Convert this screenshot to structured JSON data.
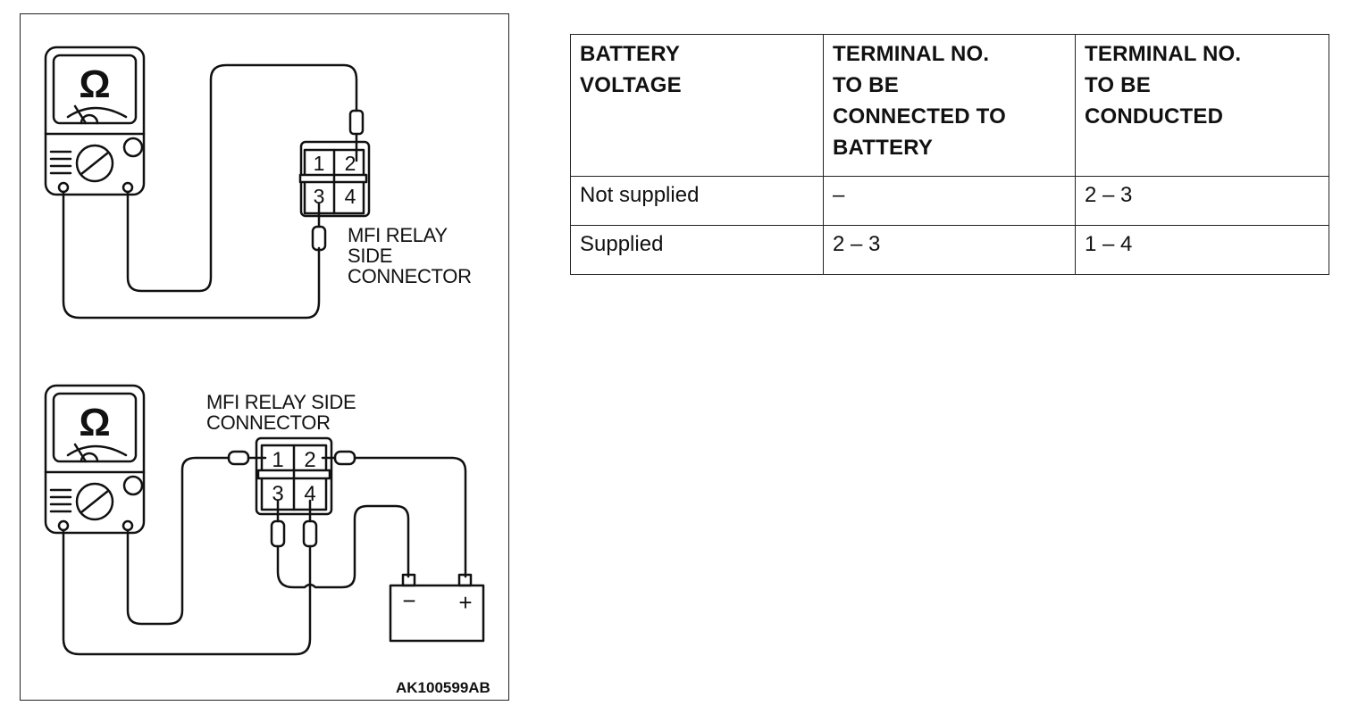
{
  "diagram": {
    "top_connector_label": "MFI RELAY\nSIDE\nCONNECTOR",
    "bottom_connector_label": "MFI RELAY SIDE\nCONNECTOR",
    "figure_id": "AK100599AB",
    "meter_symbol": "Ω",
    "terminals": [
      "1",
      "2",
      "3",
      "4"
    ],
    "battery_minus": "−",
    "battery_plus": "+",
    "icons": [
      "ohmmeter-icon",
      "relay-connector-icon",
      "battery-icon"
    ]
  },
  "table": {
    "headers": [
      "BATTERY\nVOLTAGE",
      "TERMINAL NO.\nTO BE\nCONNECTED TO\nBATTERY",
      "TERMINAL NO.\nTO BE\nCONDUCTED"
    ],
    "rows": [
      [
        "Not supplied",
        "–",
        "2 – 3"
      ],
      [
        "Supplied",
        "2 – 3",
        "1 – 4"
      ]
    ]
  }
}
